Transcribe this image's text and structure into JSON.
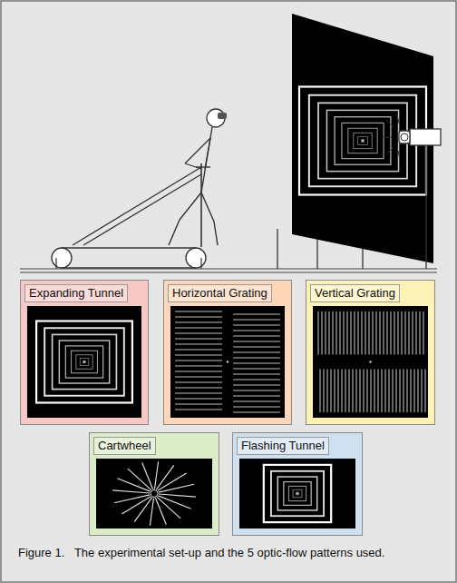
{
  "diagram": {
    "caption": "Figure 1.   The experimental set-up and the 5 optic-flow patterns used.",
    "nodes": [
      {
        "text": [
          "Expanding Tunnel"
        ]
      },
      {
        "text": [
          "Horizontal Grating"
        ]
      },
      {
        "text": [
          "Vertical Grating"
        ]
      },
      {
        "text": [
          "Cartwheel"
        ]
      },
      {
        "text": [
          "Flashing Tunnel"
        ]
      }
    ]
  }
}
